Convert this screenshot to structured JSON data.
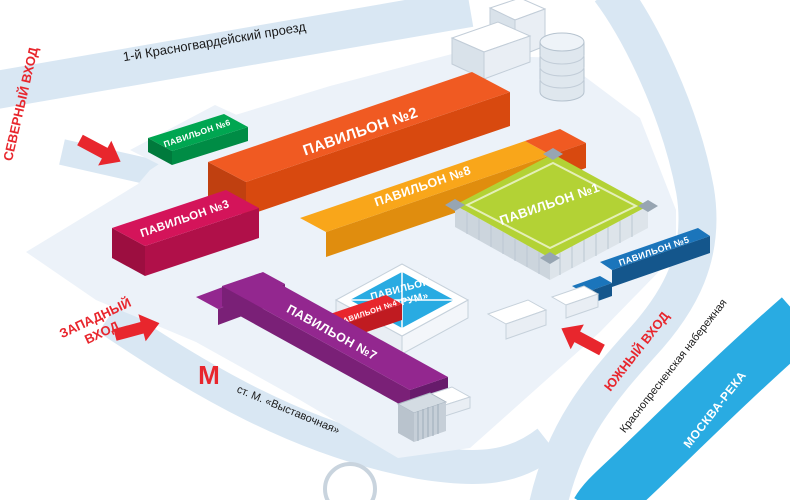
{
  "streets": {
    "top": "1-й Красногвардейский проезд",
    "embankment": "Краснопресненская набережная",
    "river": "МОСКВА-РЕКА"
  },
  "metro": {
    "symbol": "М",
    "station": "ст. М. «Выставочная»"
  },
  "entrances": {
    "north": "СЕВЕРНЫЙ ВХОД",
    "west_line1": "ЗАПАДНЫЙ",
    "west_line2": "ВХОД",
    "south": "ЮЖНЫЙ ВХОД"
  },
  "pavilions": {
    "p1": "ПАВИЛЬОН №1",
    "p2": "ПАВИЛЬОН №2",
    "p3": "ПАВИЛЬОН №3",
    "p4": "ПАВИЛЬОН №4",
    "p5": "ПАВИЛЬОН №5",
    "p6": "ПАВИЛЬОН №6",
    "p7": "ПАВИЛЬОН №7",
    "p8": "ПАВИЛЬОН №8",
    "forum_line1": "ПАВИЛЬОН",
    "forum_line2": "«ФОРУМ»"
  },
  "colors": {
    "road": "#d9e7f3",
    "platform": "#ecf2f9",
    "river": "#29abe2",
    "accent_red": "#e8262d",
    "p1": "#b3d235",
    "p2": "#f05a22",
    "p3": "#d4145a",
    "p4": "#e8262d",
    "p5": "#1b75bb",
    "p6": "#00a651",
    "p7": "#93278f",
    "p8": "#f9a61a",
    "forum": "#29abe2"
  }
}
